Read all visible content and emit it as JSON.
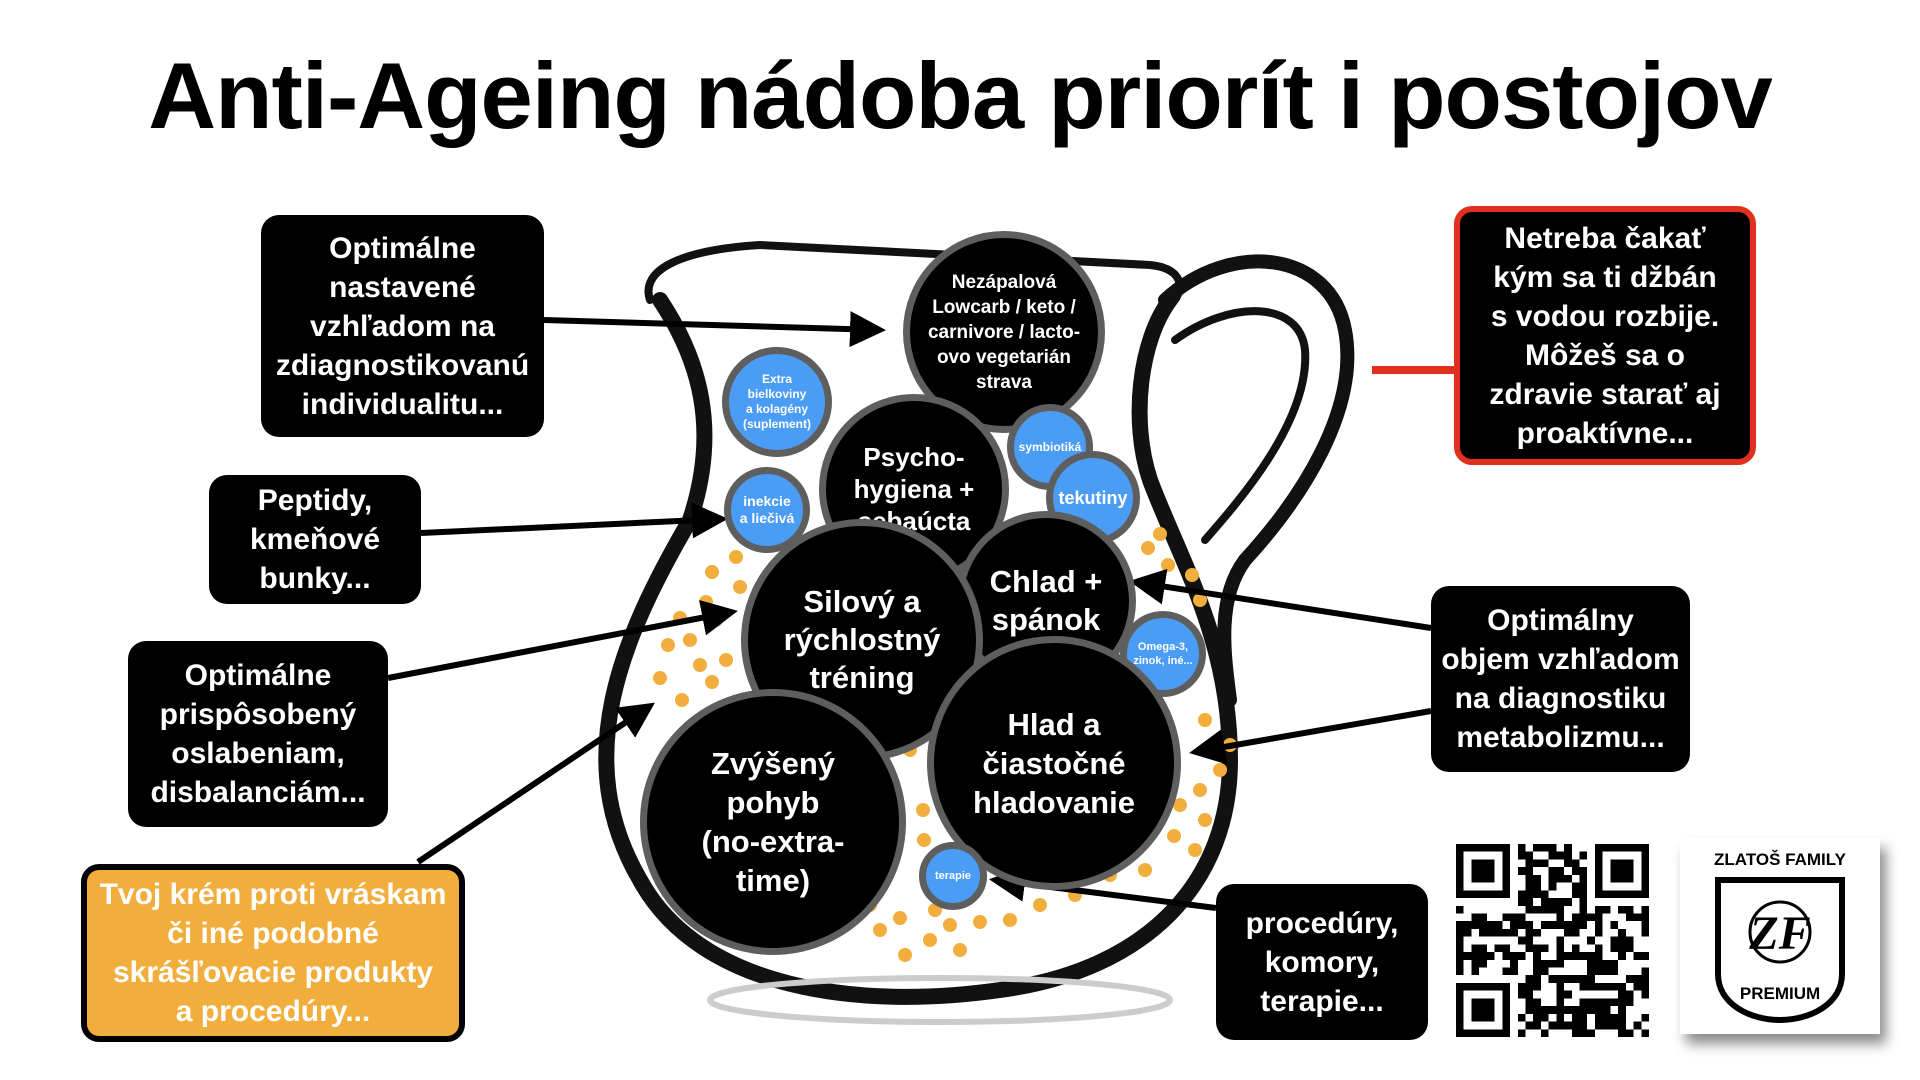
{
  "title": "Anti-Ageing nádoba priorít i postojov",
  "callouts": {
    "diet_setting": "Optimálne\nnastavené\nvzhľadom na\nzdiagnostikovanú\nindividualitu...",
    "peptides": "Peptidy,\nkmeňové\nbunky...",
    "training_adapted": "Optimálne\nprispôsobený\noslabeniam,\ndisbalanciám...",
    "cosmetics": "Tvoj krém proti vráskam\nči iné podobné\nskrášľovacie produkty\na procedúry...",
    "proactive": "Netreba čakať\nkým sa ti džbán\ns vodou rozbije.\nMôžeš sa o\nzdravie starať aj\nproaktívne...",
    "volume": "Optimálny\nobjem vzhľadom\nna diagnostiku\nmetabolizmu...",
    "procedures": "procedúry,\nkomory,\nterapie..."
  },
  "circles": {
    "diet": "Nezápalová\nLowcarb / keto /\ncarnivore / lacto-\novo vegetarián\nstrava",
    "protein": "Extra\nbielkoviny\na kolagény\n(suplement)",
    "injections": "inekcie\na liečivá",
    "psycho": "Psycho-\nhygiena +\nsebaúcta",
    "symbiotics": "symbiotiká",
    "fluids": "tekutiny",
    "cold_sleep": "Chlad +\nspánok",
    "strength": "Silový a\nrýchlostný\ntréning",
    "omega": "Omega-3,\nzinok, iné...",
    "movement": "Zvýšený\npohyb\n(no-extra-\ntime)",
    "fasting": "Hlad a\nčiastočné\nhladovanie",
    "therapy": "terapie"
  },
  "logo": {
    "brand": "ZLATOŠ FAMILY",
    "tier": "PREMIUM",
    "mark": "ZF"
  },
  "colors": {
    "accent_red": "#e0301e",
    "accent_orange": "#f2ae3d",
    "bubble_blue": "#4a9cf5"
  }
}
